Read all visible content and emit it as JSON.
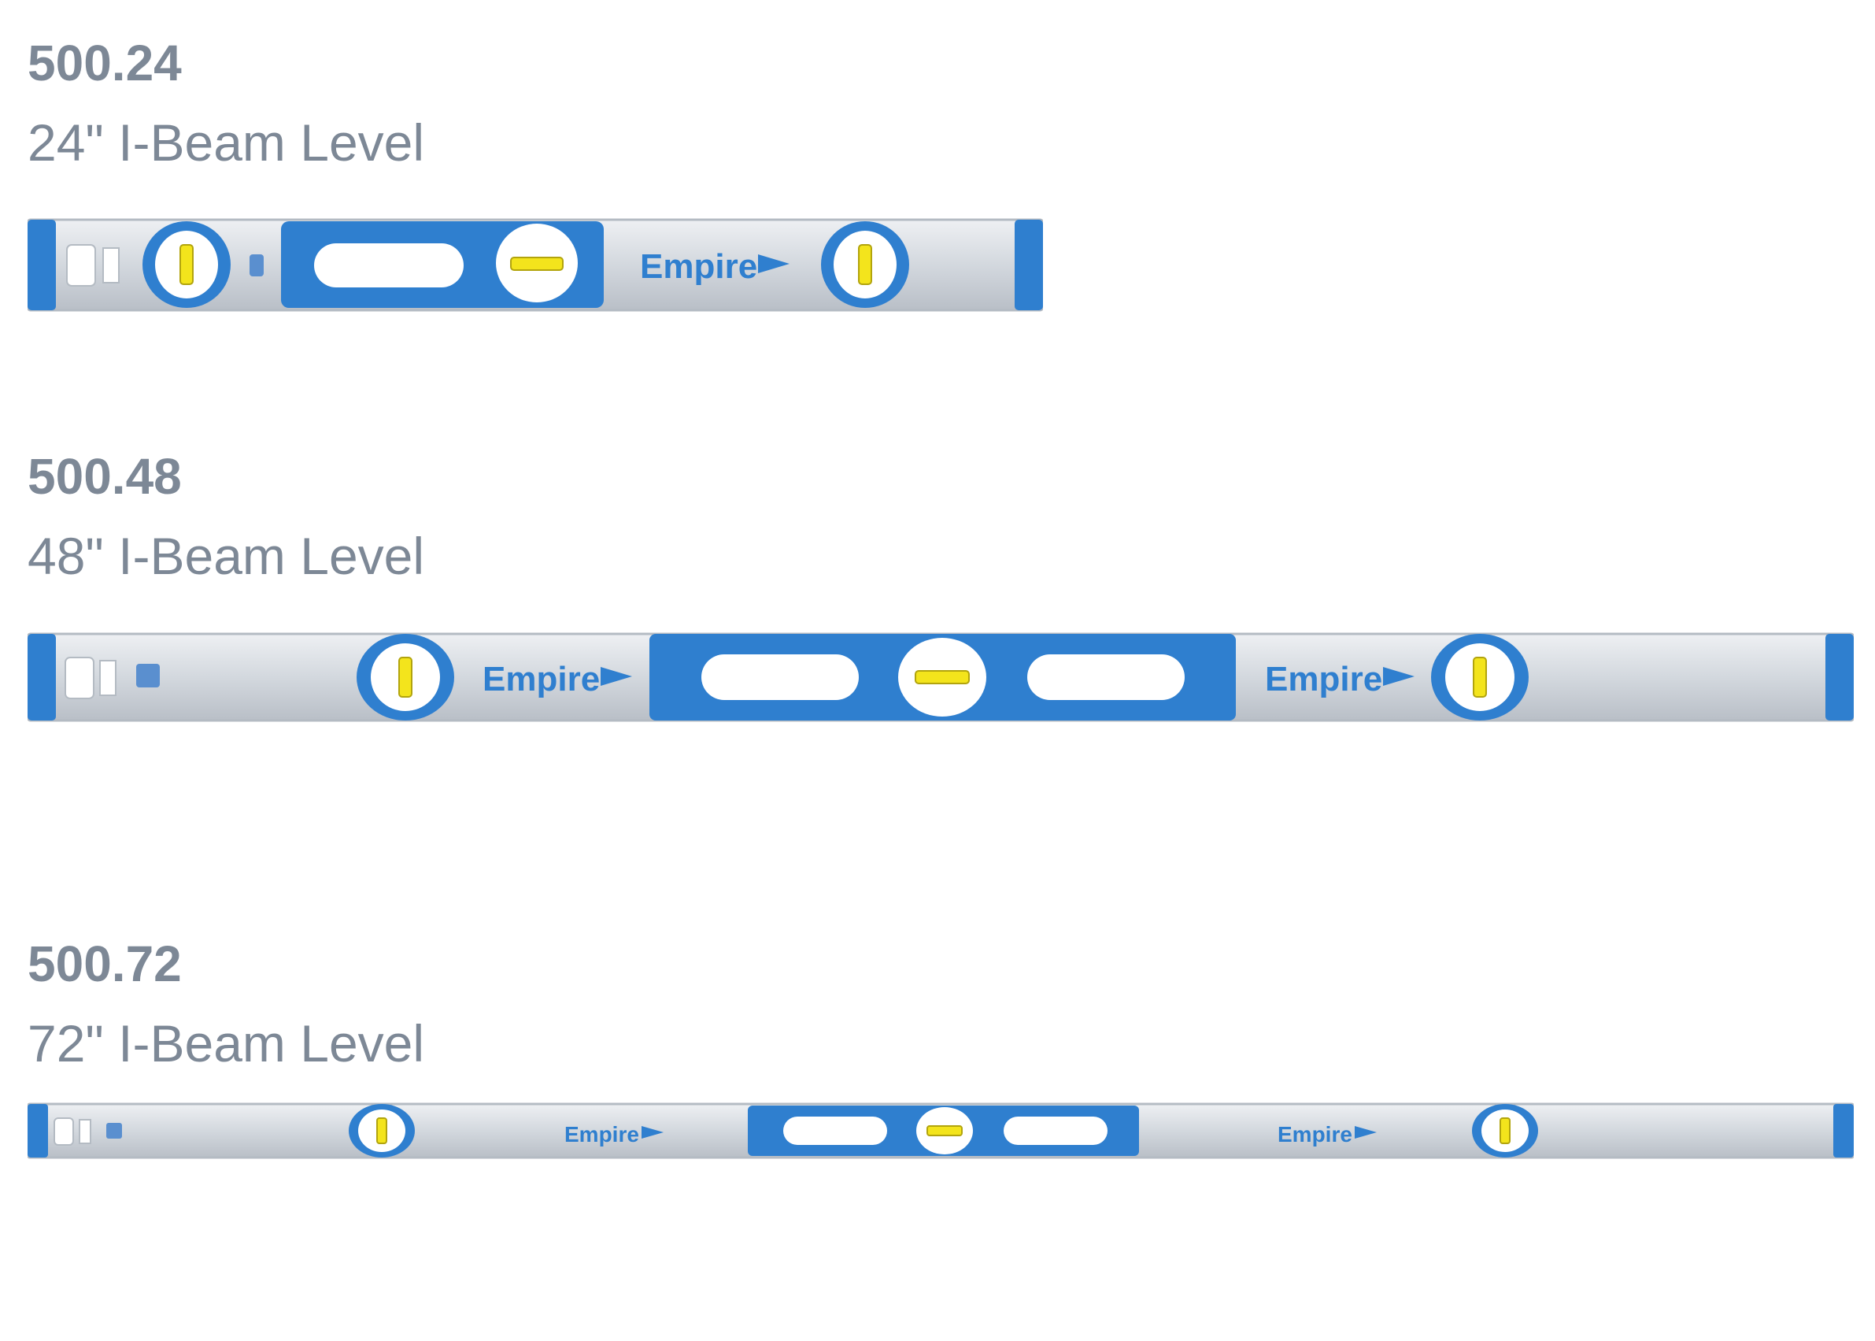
{
  "products": [
    {
      "sku": "500.24",
      "title": "24\" I-Beam Level",
      "brand": "Empire"
    },
    {
      "sku": "500.48",
      "title": "48\" I-Beam Level",
      "brand": "Empire"
    },
    {
      "sku": "500.72",
      "title": "72\" I-Beam Level",
      "brand": "Empire"
    }
  ],
  "colors": {
    "text": "#7d8896",
    "accent_blue": "#2f7fcf",
    "beam_silver": "#d9dde2",
    "vial_yellow": "#f3e41c"
  }
}
